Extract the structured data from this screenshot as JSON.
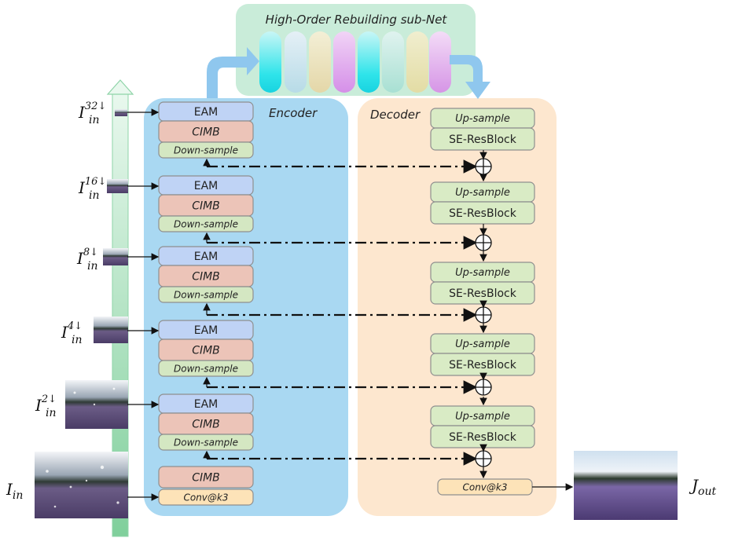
{
  "title": "High-Order Rebuilding sub-Net",
  "encoder": {
    "label": "Encoder",
    "blocks": [
      {
        "eam": "EAM",
        "cimb": "CIMB",
        "down": "Down-sample"
      },
      {
        "eam": "EAM",
        "cimb": "CIMB",
        "down": "Down-sample"
      },
      {
        "eam": "EAM",
        "cimb": "CIMB",
        "down": "Down-sample"
      },
      {
        "eam": "EAM",
        "cimb": "CIMB",
        "down": "Down-sample"
      },
      {
        "eam": "EAM",
        "cimb": "CIMB",
        "down": "Down-sample"
      }
    ],
    "first_cimb": "CIMB",
    "first_conv": "Conv@k3"
  },
  "decoder": {
    "label": "Decoder",
    "blocks": [
      {
        "up": "Up-sample",
        "se": "SE-ResBlock"
      },
      {
        "up": "Up-sample",
        "se": "SE-ResBlock"
      },
      {
        "up": "Up-sample",
        "se": "SE-ResBlock"
      },
      {
        "up": "Up-sample",
        "se": "SE-ResBlock"
      },
      {
        "up": "Up-sample",
        "se": "SE-ResBlock"
      }
    ],
    "final_conv": "Conv@k3"
  },
  "inputs": [
    {
      "base": "I",
      "sub": "in",
      "sup": "32↓"
    },
    {
      "base": "I",
      "sub": "in",
      "sup": "16↓"
    },
    {
      "base": "I",
      "sub": "in",
      "sup": "8↓"
    },
    {
      "base": "I",
      "sub": "in",
      "sup": "4↓"
    },
    {
      "base": "I",
      "sub": "in",
      "sup": "2↓"
    },
    {
      "base": "I",
      "sub": "in",
      "sup": ""
    }
  ],
  "output": {
    "base": "J",
    "sub": "out"
  },
  "colors": {
    "encoder_bg": "#a9d8f2",
    "decoder_bg": "#fde7cf",
    "hors_bg": "#c9ecd9",
    "eam": "#bfd3f5",
    "cimb": "#ecc4b8",
    "down": "#d4e7c2",
    "up": "#d9ebc5",
    "conv": "#fde3b8",
    "arrow": "#8fc7ee",
    "pillar": "#8fd4a8"
  }
}
